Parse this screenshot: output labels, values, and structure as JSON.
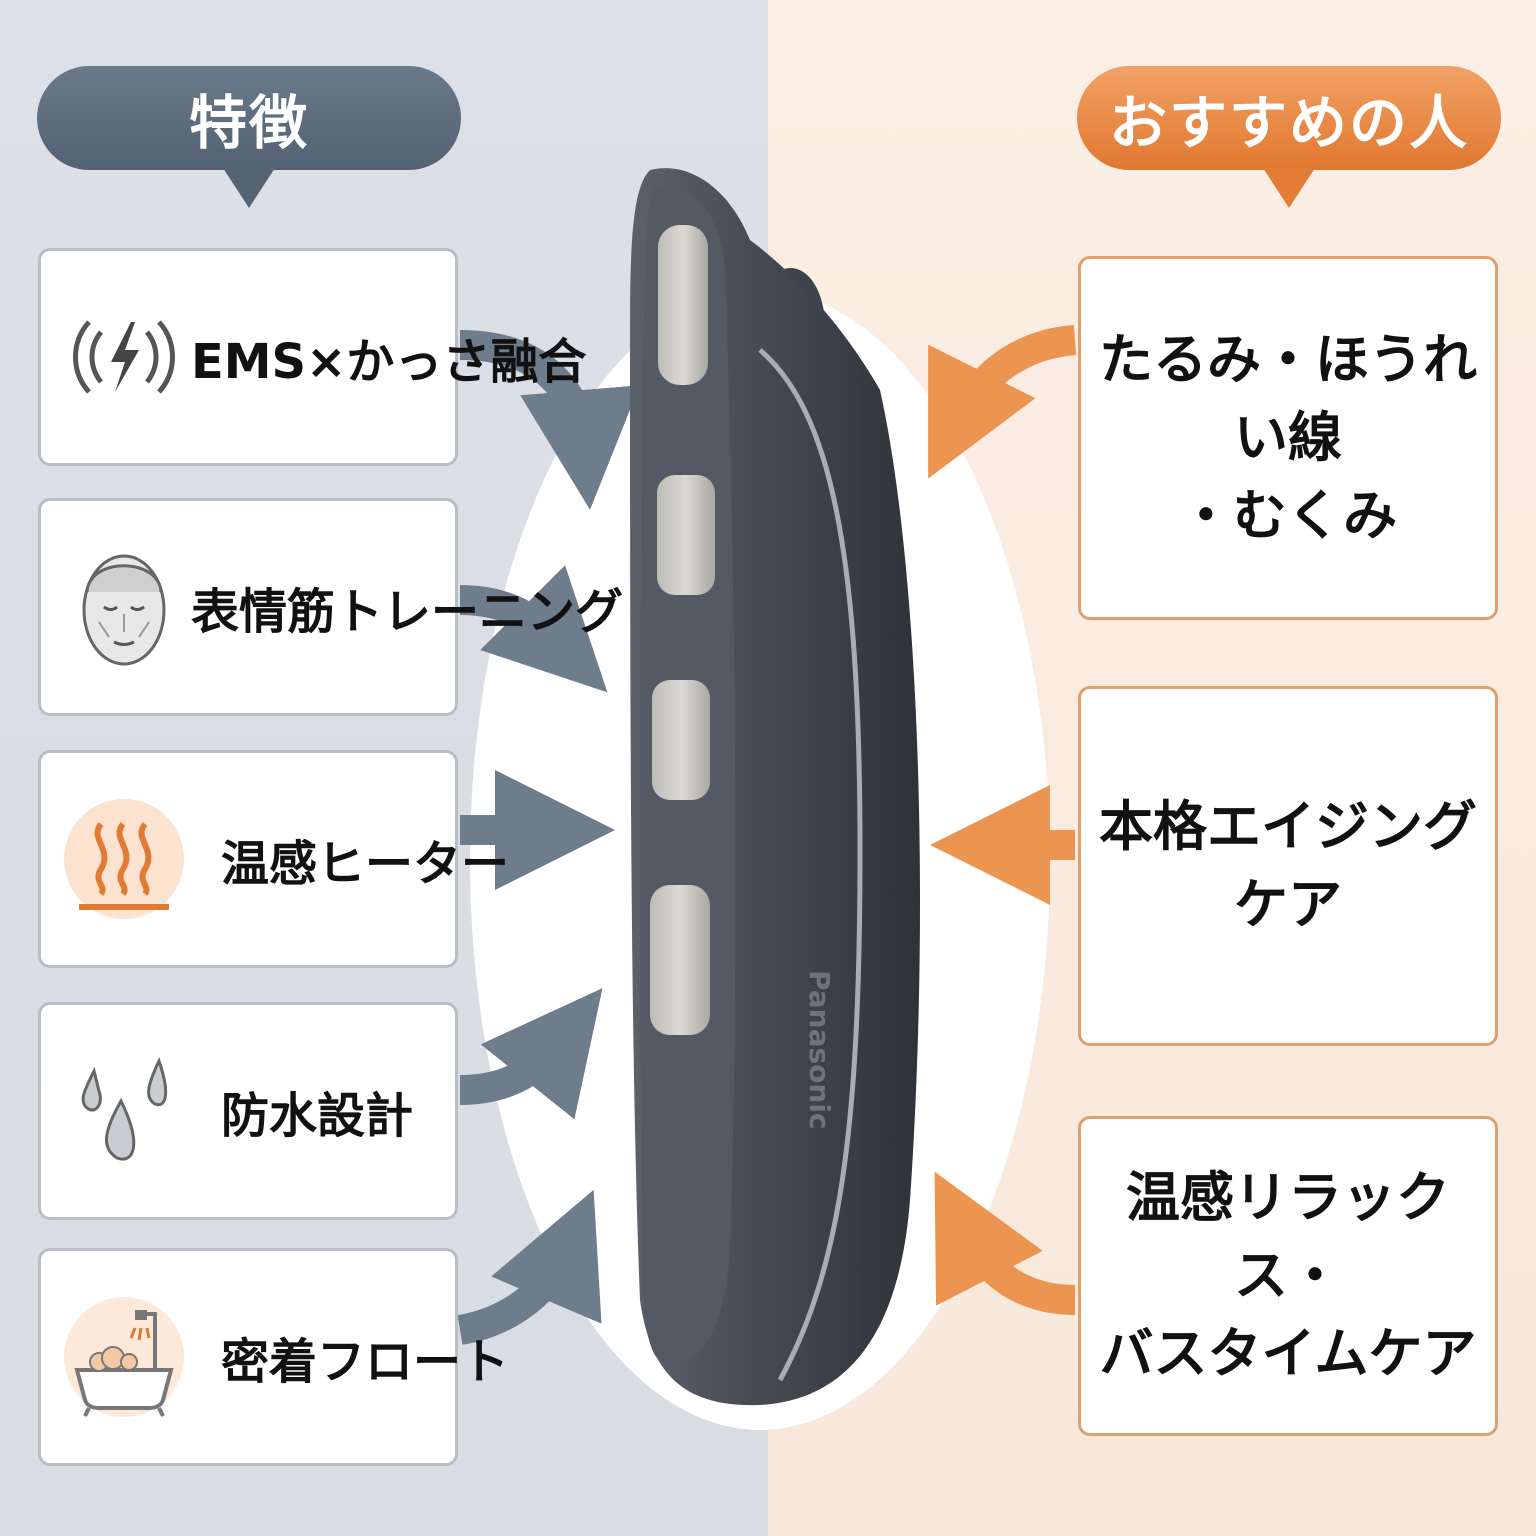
{
  "left_header": {
    "title": "特徴"
  },
  "right_header": {
    "title": "おすすめの人"
  },
  "features": [
    {
      "label": "EMS×かっさ融合",
      "icon": "ems-signal-bolt-icon"
    },
    {
      "label": "表情筋トレーニング",
      "icon": "face-muscle-icon"
    },
    {
      "label": "温感ヒーター",
      "icon": "heat-waves-icon"
    },
    {
      "label": "防水設計",
      "icon": "water-drops-icon"
    },
    {
      "label": "密着フロート",
      "icon": "bathtub-shower-icon"
    }
  ],
  "recommended": [
    {
      "line1": "たるみ・ほうれい線",
      "line2": "・むくみ"
    },
    {
      "line1": "本格エイジングケア",
      "line2": ""
    },
    {
      "line1": "温感リラックス・",
      "line2": "バスタイムケア"
    }
  ],
  "device": {
    "brand": "Panasonic"
  },
  "colors": {
    "left_accent": "#556474",
    "right_accent": "#e37c34",
    "device_body": "#3b3f47",
    "button": "#cfcdc8"
  }
}
